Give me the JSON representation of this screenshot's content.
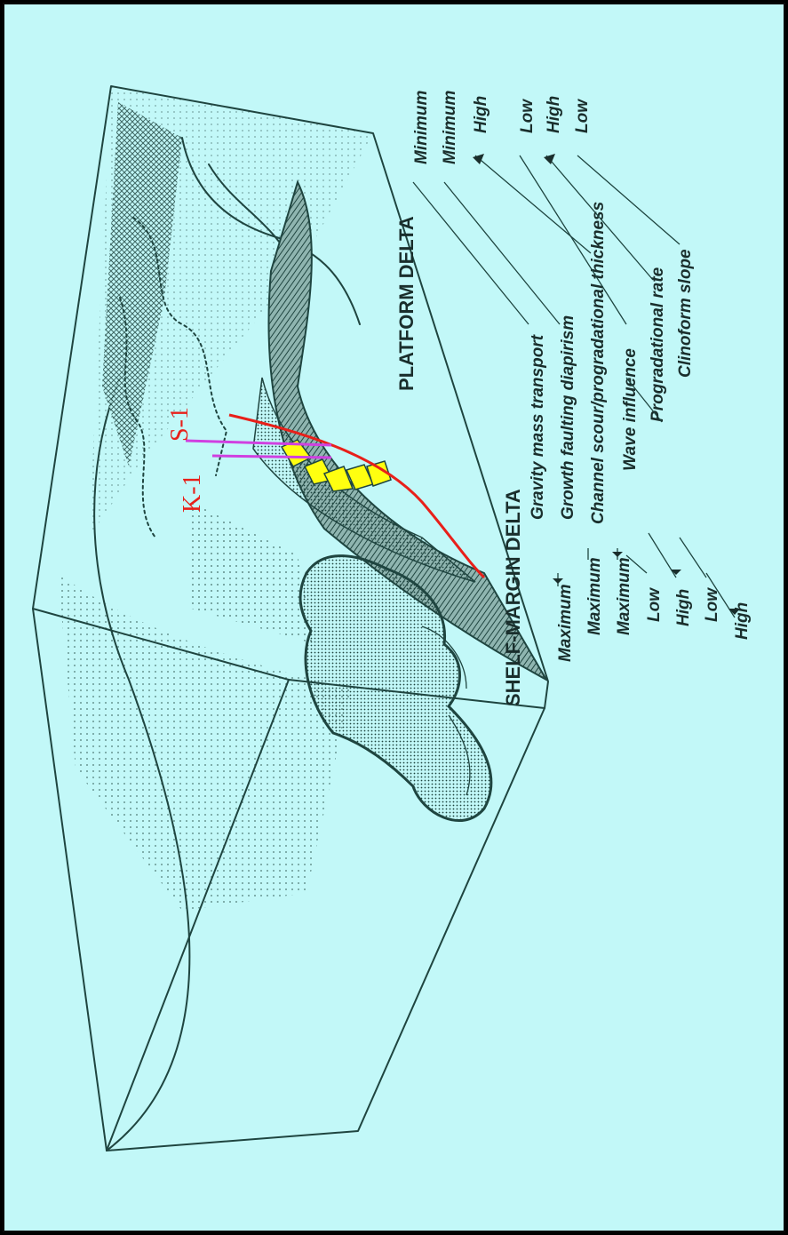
{
  "figure": {
    "wells": [
      "S-1",
      "K-1"
    ],
    "shelf_margin_header": "SHELF-MARGIN DELTA",
    "platform_header": "PLATFORM DELTA",
    "rows": [
      {
        "left": "Maximum",
        "label": "Gravity mass transport",
        "right": "Minimum"
      },
      {
        "left": "Maximum",
        "label": "Growth faulting diapirism",
        "right": "Minimum"
      },
      {
        "left": "Maximum",
        "label": "Channel scour/progradational thickness",
        "right": "High"
      },
      {
        "left": "Low",
        "label": "Wave influence",
        "right": "Low"
      },
      {
        "left": "High",
        "label": "Progradational rate",
        "right": "High"
      },
      {
        "left": "Low",
        "label": "Clinoform slope",
        "right": "Low"
      },
      {
        "left": "High",
        "label": "",
        "right": ""
      }
    ]
  },
  "colors": {
    "background": "#c2f8f8",
    "ink": "#1f4540",
    "fault_line": "#e8201a",
    "well_line": "#d040e0",
    "sand_fill": "#ffff10"
  }
}
